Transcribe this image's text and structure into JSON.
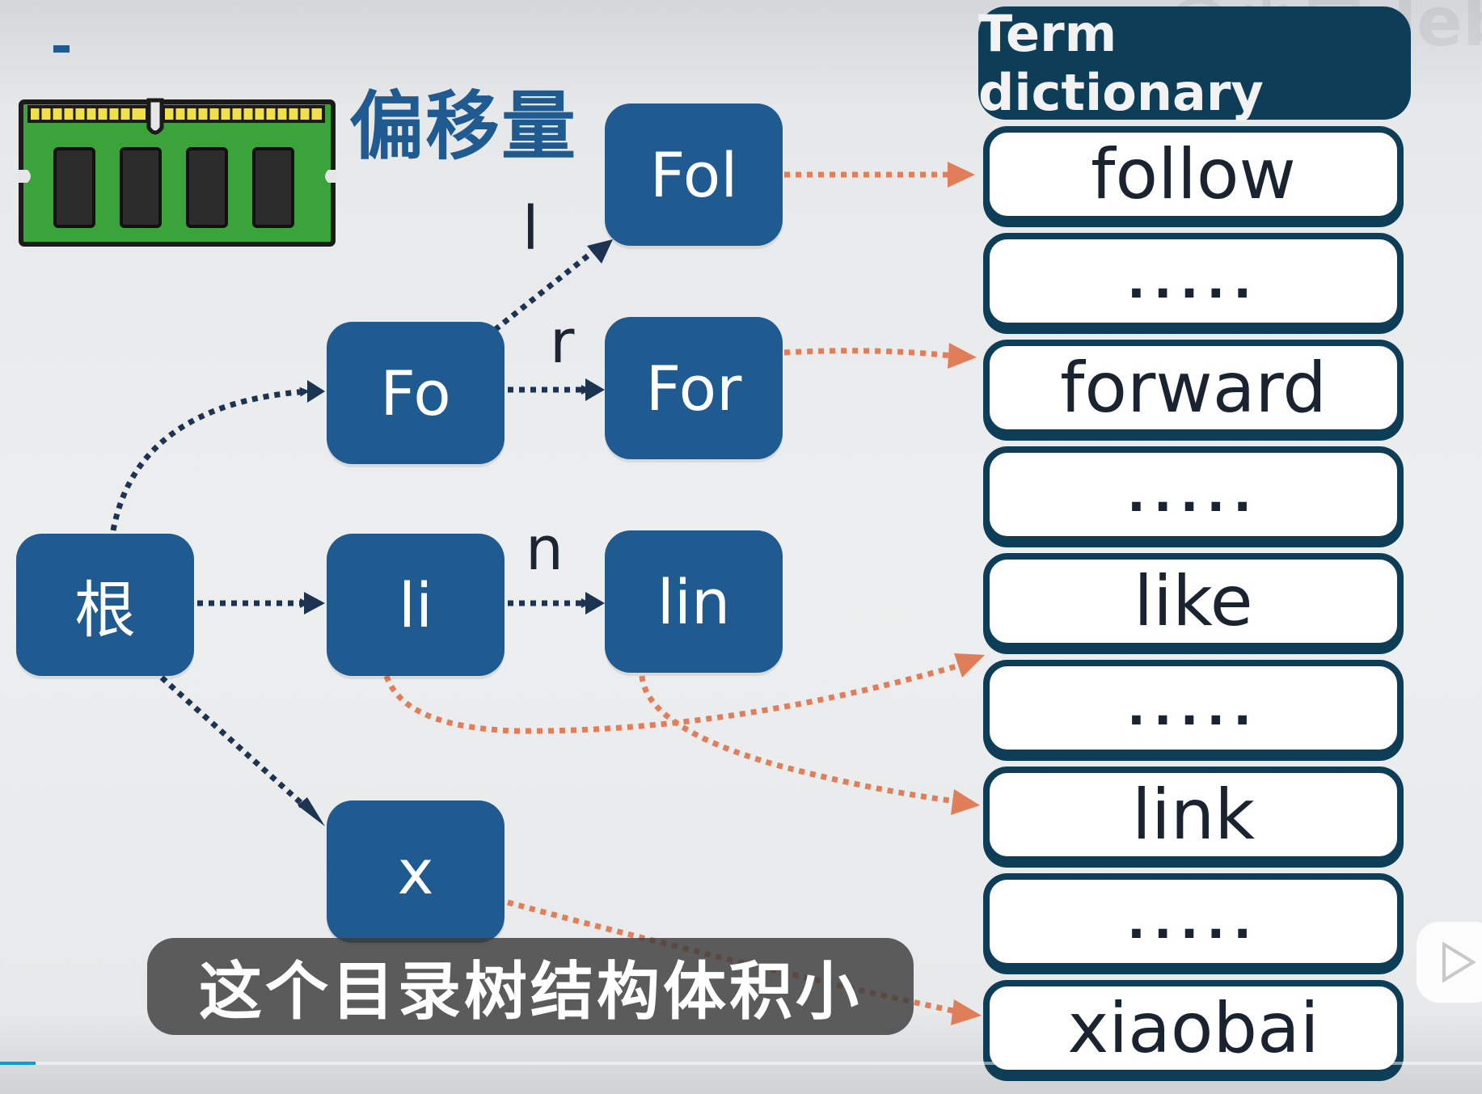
{
  "header": {
    "offset_label": "偏移量",
    "dictionary_title": "Term dictionary"
  },
  "nodes": {
    "root": "根",
    "fo": "Fo",
    "fol": "Fol",
    "for": "For",
    "li": "li",
    "lin": "lin",
    "x": "x"
  },
  "edge_labels": {
    "l": "l",
    "r": "r",
    "n": "n"
  },
  "dictionary": {
    "rows": [
      "follow",
      ".....",
      "forward",
      ".....",
      "like",
      ".....",
      "link",
      ".....",
      "xiaobai"
    ]
  },
  "subtitle": "这个目录树结构体积小",
  "colors": {
    "node": "#1f5b91",
    "dictionary_border": "#0e3e57",
    "tree_edge": "#1c3352",
    "pointer_edge": "#e07e5a",
    "memory_board": "#3aa33a",
    "memory_chip": "#2c2c2c",
    "memory_pins": "#f2e04a"
  },
  "icons": {
    "memory": "memory-module-icon"
  },
  "video": {
    "progress": 0.024
  }
}
